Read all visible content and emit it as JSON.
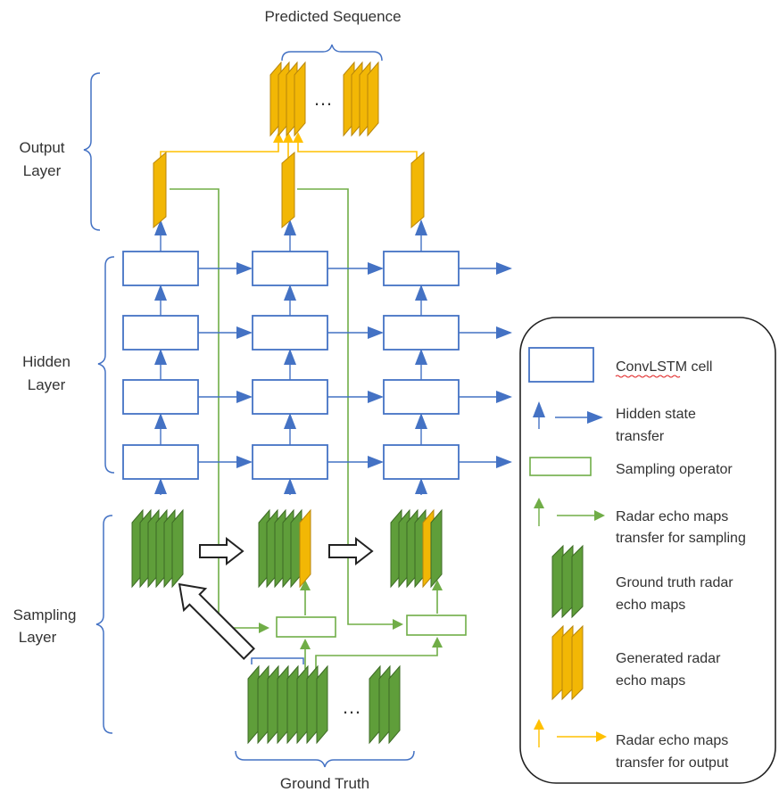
{
  "title": "Predicted Sequence",
  "bottom_label": "Ground Truth",
  "layers": {
    "output": [
      "Output",
      "Layer"
    ],
    "hidden": [
      "Hidden",
      "Layer"
    ],
    "sampling": [
      "Sampling",
      "Layer"
    ]
  },
  "ellipsis": "…",
  "legend": [
    {
      "icon": "convlstm-cell-icon",
      "lines": [
        "ConvLSTM cell"
      ]
    },
    {
      "icon": "hidden-state-arrow-icon",
      "lines": [
        "Hidden state",
        "transfer"
      ]
    },
    {
      "icon": "sampling-operator-icon",
      "lines": [
        "Sampling operator"
      ]
    },
    {
      "icon": "sampling-transfer-arrow-icon",
      "lines": [
        "Radar echo maps",
        "transfer for sampling"
      ]
    },
    {
      "icon": "ground-truth-maps-icon",
      "lines": [
        "Ground truth radar",
        "echo maps"
      ]
    },
    {
      "icon": "generated-maps-icon",
      "lines": [
        "Generated radar",
        "echo maps"
      ]
    },
    {
      "icon": "output-transfer-arrow-icon",
      "lines": [
        "Radar echo maps",
        "transfer for output"
      ]
    }
  ],
  "colors": {
    "blue": "#4472c4",
    "green": "#70ad47",
    "green_fill": "#5f9e3a",
    "green_dark": "#3d6b25",
    "orange": "#ffc000",
    "orange_fill": "#f2b705",
    "orange_dark": "#b8860b",
    "text": "#333333",
    "spell_underline": "#e02020"
  }
}
